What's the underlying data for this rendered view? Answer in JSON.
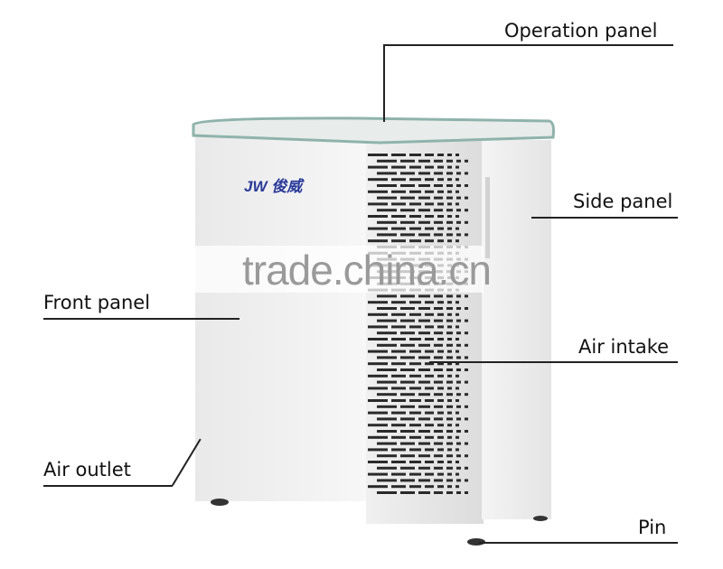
{
  "labels": {
    "operation_panel": "Operation panel",
    "side_panel": "Side panel",
    "front_panel": "Front panel",
    "air_intake": "Air intake",
    "air_outlet": "Air outlet",
    "pin": "Pin"
  },
  "logo_text": "JW 俊威",
  "watermark": "trade.china.cn",
  "colors": {
    "glass_top": "#9fbdb6",
    "logo": "#2a3a9a",
    "body": "#f2f2f2"
  }
}
